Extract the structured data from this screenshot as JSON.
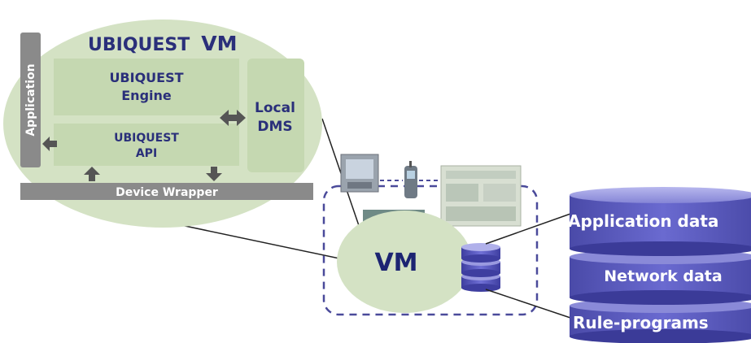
{
  "vm_panel": {
    "title_prefix": "UBIQUEST",
    "title_suffix": "VM",
    "application": "Application",
    "engine_line1": "UBIQUEST",
    "engine_line2": "Engine",
    "api_line1": "UBIQUEST",
    "api_line2": "API",
    "dms_line1": "Local",
    "dms_line2": "DMS",
    "device_wrapper": "Device Wrapper"
  },
  "node": {
    "vm_label": "VM"
  },
  "database": {
    "layers": [
      "Application data",
      "Network data",
      "Rule-programs"
    ]
  },
  "colors": {
    "panel_green": "#d4e2c4",
    "box_green": "#c5d8b1",
    "text_navy": "#2a2f7a",
    "gray_bar": "#8a8a8a",
    "db_purple": "#5656b8",
    "dash_blue": "#4a4a9a"
  }
}
